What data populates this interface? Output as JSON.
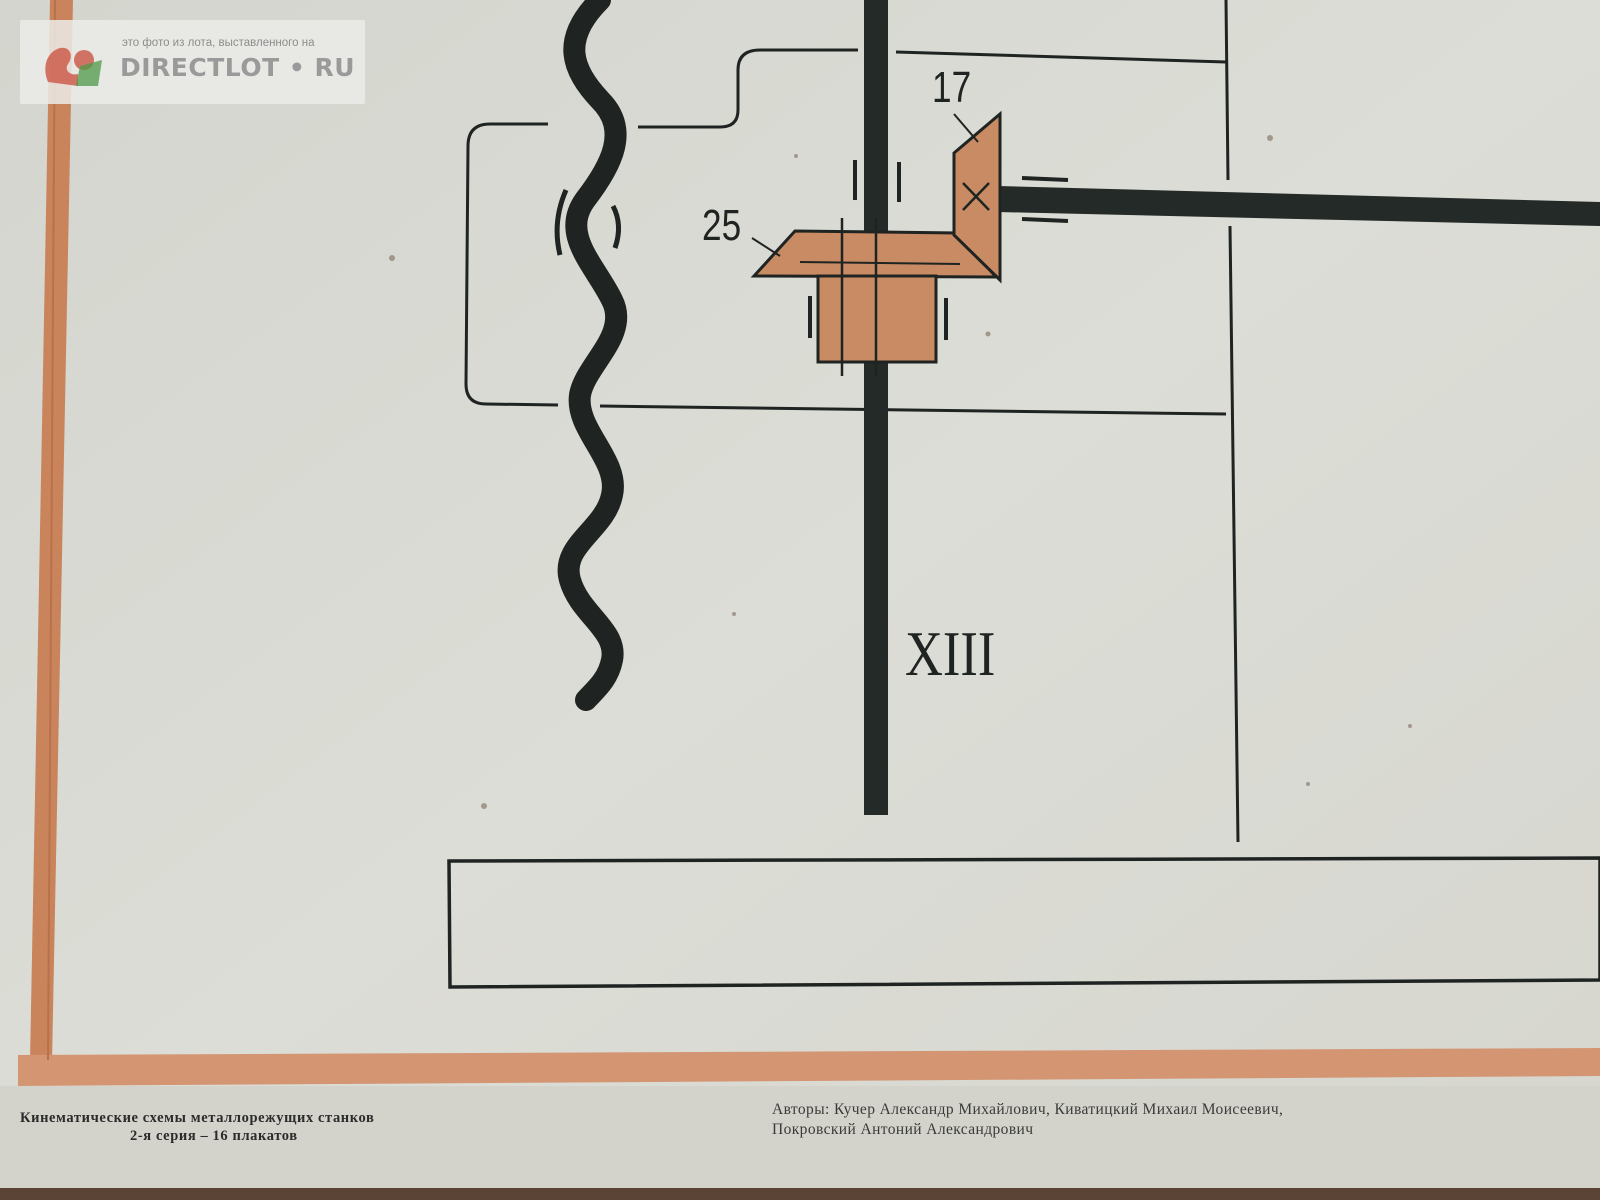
{
  "watermark": {
    "caption": "это фото из лота, выставленного на",
    "brand": "DIRECTLOT • RU"
  },
  "diagram": {
    "gear_label_top": "17",
    "gear_label_left": "25",
    "shaft_label": "XIII"
  },
  "footer": {
    "title": "Кинематические схемы металлорежущих станков",
    "series": "2-я серия – 16 плакатов",
    "authors_line1": "Авторы: Кучер Александр Михайлович, Киватицкий Михаил Моисеевич,",
    "authors_line2": "Покровский Антоний Александрович"
  },
  "colors": {
    "paper": "#dcdcd5",
    "border": "#c9875e",
    "gear": "#c98b63",
    "ink": "#1f2422"
  }
}
